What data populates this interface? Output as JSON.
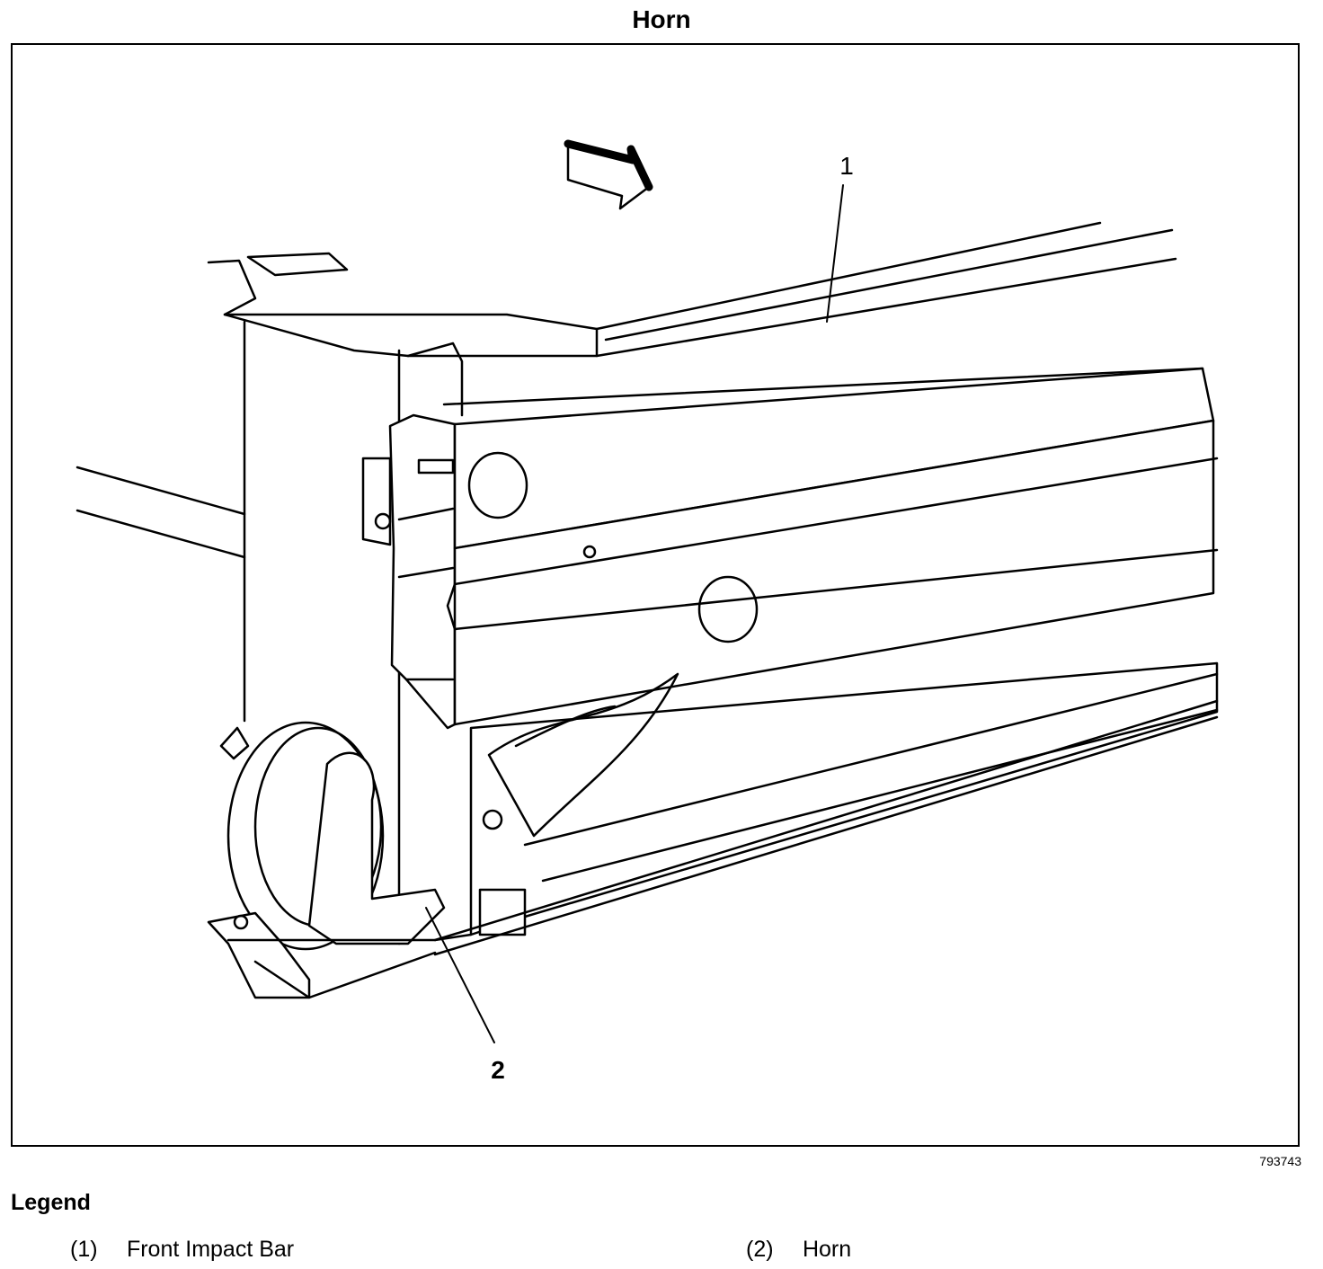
{
  "title": "Horn",
  "figure_number": "793743",
  "callouts": {
    "c1": "1",
    "c2": "2"
  },
  "legend": {
    "heading": "Legend",
    "items": [
      {
        "num": "(1)",
        "label": "Front Impact Bar"
      },
      {
        "num": "(2)",
        "label": "Horn"
      }
    ]
  }
}
